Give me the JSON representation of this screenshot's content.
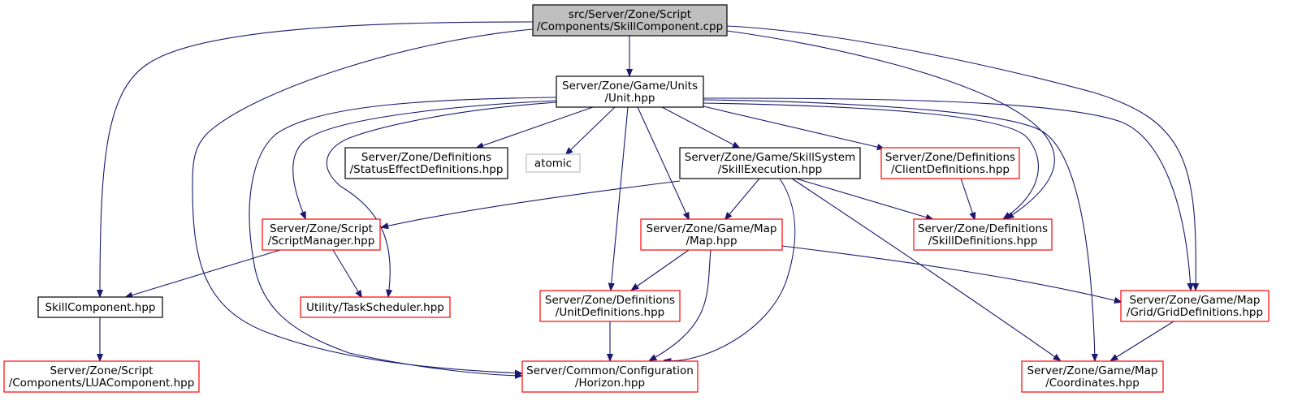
{
  "colors": {
    "edge": "#191970",
    "border_plain": "#000000",
    "border_incomplete": "#ff0000",
    "border_external": "#bfbfbf",
    "root_fill": "#bfbfbf",
    "node_fill": "#ffffff"
  },
  "nodes": [
    {
      "id": "root",
      "kind": "root",
      "lines": [
        "src/Server/Zone/Script",
        "/Components/SkillComponent.cpp"
      ]
    },
    {
      "id": "unit",
      "kind": "plain",
      "lines": [
        "Server/Zone/Game/Units",
        "/Unit.hpp"
      ]
    },
    {
      "id": "status",
      "kind": "plain",
      "lines": [
        "Server/Zone/Definitions",
        "/StatusEffectDefinitions.hpp"
      ]
    },
    {
      "id": "atomic",
      "kind": "external",
      "lines": [
        "atomic"
      ]
    },
    {
      "id": "skillexec",
      "kind": "plain",
      "lines": [
        "Server/Zone/Game/SkillSystem",
        "/SkillExecution.hpp"
      ]
    },
    {
      "id": "clientdef",
      "kind": "incomplete",
      "lines": [
        "Server/Zone/Definitions",
        "/ClientDefinitions.hpp"
      ]
    },
    {
      "id": "scriptmgr",
      "kind": "incomplete",
      "lines": [
        "Server/Zone/Script",
        "/ScriptManager.hpp"
      ]
    },
    {
      "id": "map",
      "kind": "incomplete",
      "lines": [
        "Server/Zone/Game/Map",
        "/Map.hpp"
      ]
    },
    {
      "id": "skilldef",
      "kind": "incomplete",
      "lines": [
        "Server/Zone/Definitions",
        "/SkillDefinitions.hpp"
      ]
    },
    {
      "id": "skillcomp",
      "kind": "plain",
      "lines": [
        "SkillComponent.hpp"
      ]
    },
    {
      "id": "tasksched",
      "kind": "incomplete",
      "lines": [
        "Utility/TaskScheduler.hpp"
      ]
    },
    {
      "id": "unitdef",
      "kind": "incomplete",
      "lines": [
        "Server/Zone/Definitions",
        "/UnitDefinitions.hpp"
      ]
    },
    {
      "id": "griddef",
      "kind": "incomplete",
      "lines": [
        "Server/Zone/Game/Map",
        "/Grid/GridDefinitions.hpp"
      ]
    },
    {
      "id": "luacomp",
      "kind": "incomplete",
      "lines": [
        "Server/Zone/Script",
        "/Components/LUAComponent.hpp"
      ]
    },
    {
      "id": "horizon",
      "kind": "incomplete",
      "lines": [
        "Server/Common/Configuration",
        "/Horizon.hpp"
      ]
    },
    {
      "id": "coords",
      "kind": "incomplete",
      "lines": [
        "Server/Zone/Game/Map",
        "/Coordinates.hpp"
      ]
    }
  ],
  "edges": [
    {
      "from": "root",
      "to": "unit"
    },
    {
      "from": "root",
      "to": "skillcomp"
    },
    {
      "from": "root",
      "to": "horizon"
    },
    {
      "from": "root",
      "to": "skilldef"
    },
    {
      "from": "root",
      "to": "griddef"
    },
    {
      "from": "unit",
      "to": "status"
    },
    {
      "from": "unit",
      "to": "atomic"
    },
    {
      "from": "unit",
      "to": "skillexec"
    },
    {
      "from": "unit",
      "to": "clientdef"
    },
    {
      "from": "unit",
      "to": "scriptmgr"
    },
    {
      "from": "unit",
      "to": "map"
    },
    {
      "from": "unit",
      "to": "skilldef"
    },
    {
      "from": "unit",
      "to": "tasksched"
    },
    {
      "from": "unit",
      "to": "unitdef"
    },
    {
      "from": "unit",
      "to": "griddef"
    },
    {
      "from": "unit",
      "to": "horizon"
    },
    {
      "from": "unit",
      "to": "coords"
    },
    {
      "from": "skillexec",
      "to": "scriptmgr"
    },
    {
      "from": "skillexec",
      "to": "map"
    },
    {
      "from": "skillexec",
      "to": "skilldef"
    },
    {
      "from": "skillexec",
      "to": "horizon"
    },
    {
      "from": "skillexec",
      "to": "coords"
    },
    {
      "from": "clientdef",
      "to": "skilldef"
    },
    {
      "from": "scriptmgr",
      "to": "skillcomp"
    },
    {
      "from": "scriptmgr",
      "to": "tasksched"
    },
    {
      "from": "map",
      "to": "unitdef"
    },
    {
      "from": "map",
      "to": "horizon"
    },
    {
      "from": "map",
      "to": "griddef"
    },
    {
      "from": "skillcomp",
      "to": "luacomp"
    },
    {
      "from": "unitdef",
      "to": "horizon"
    },
    {
      "from": "griddef",
      "to": "coords"
    }
  ]
}
